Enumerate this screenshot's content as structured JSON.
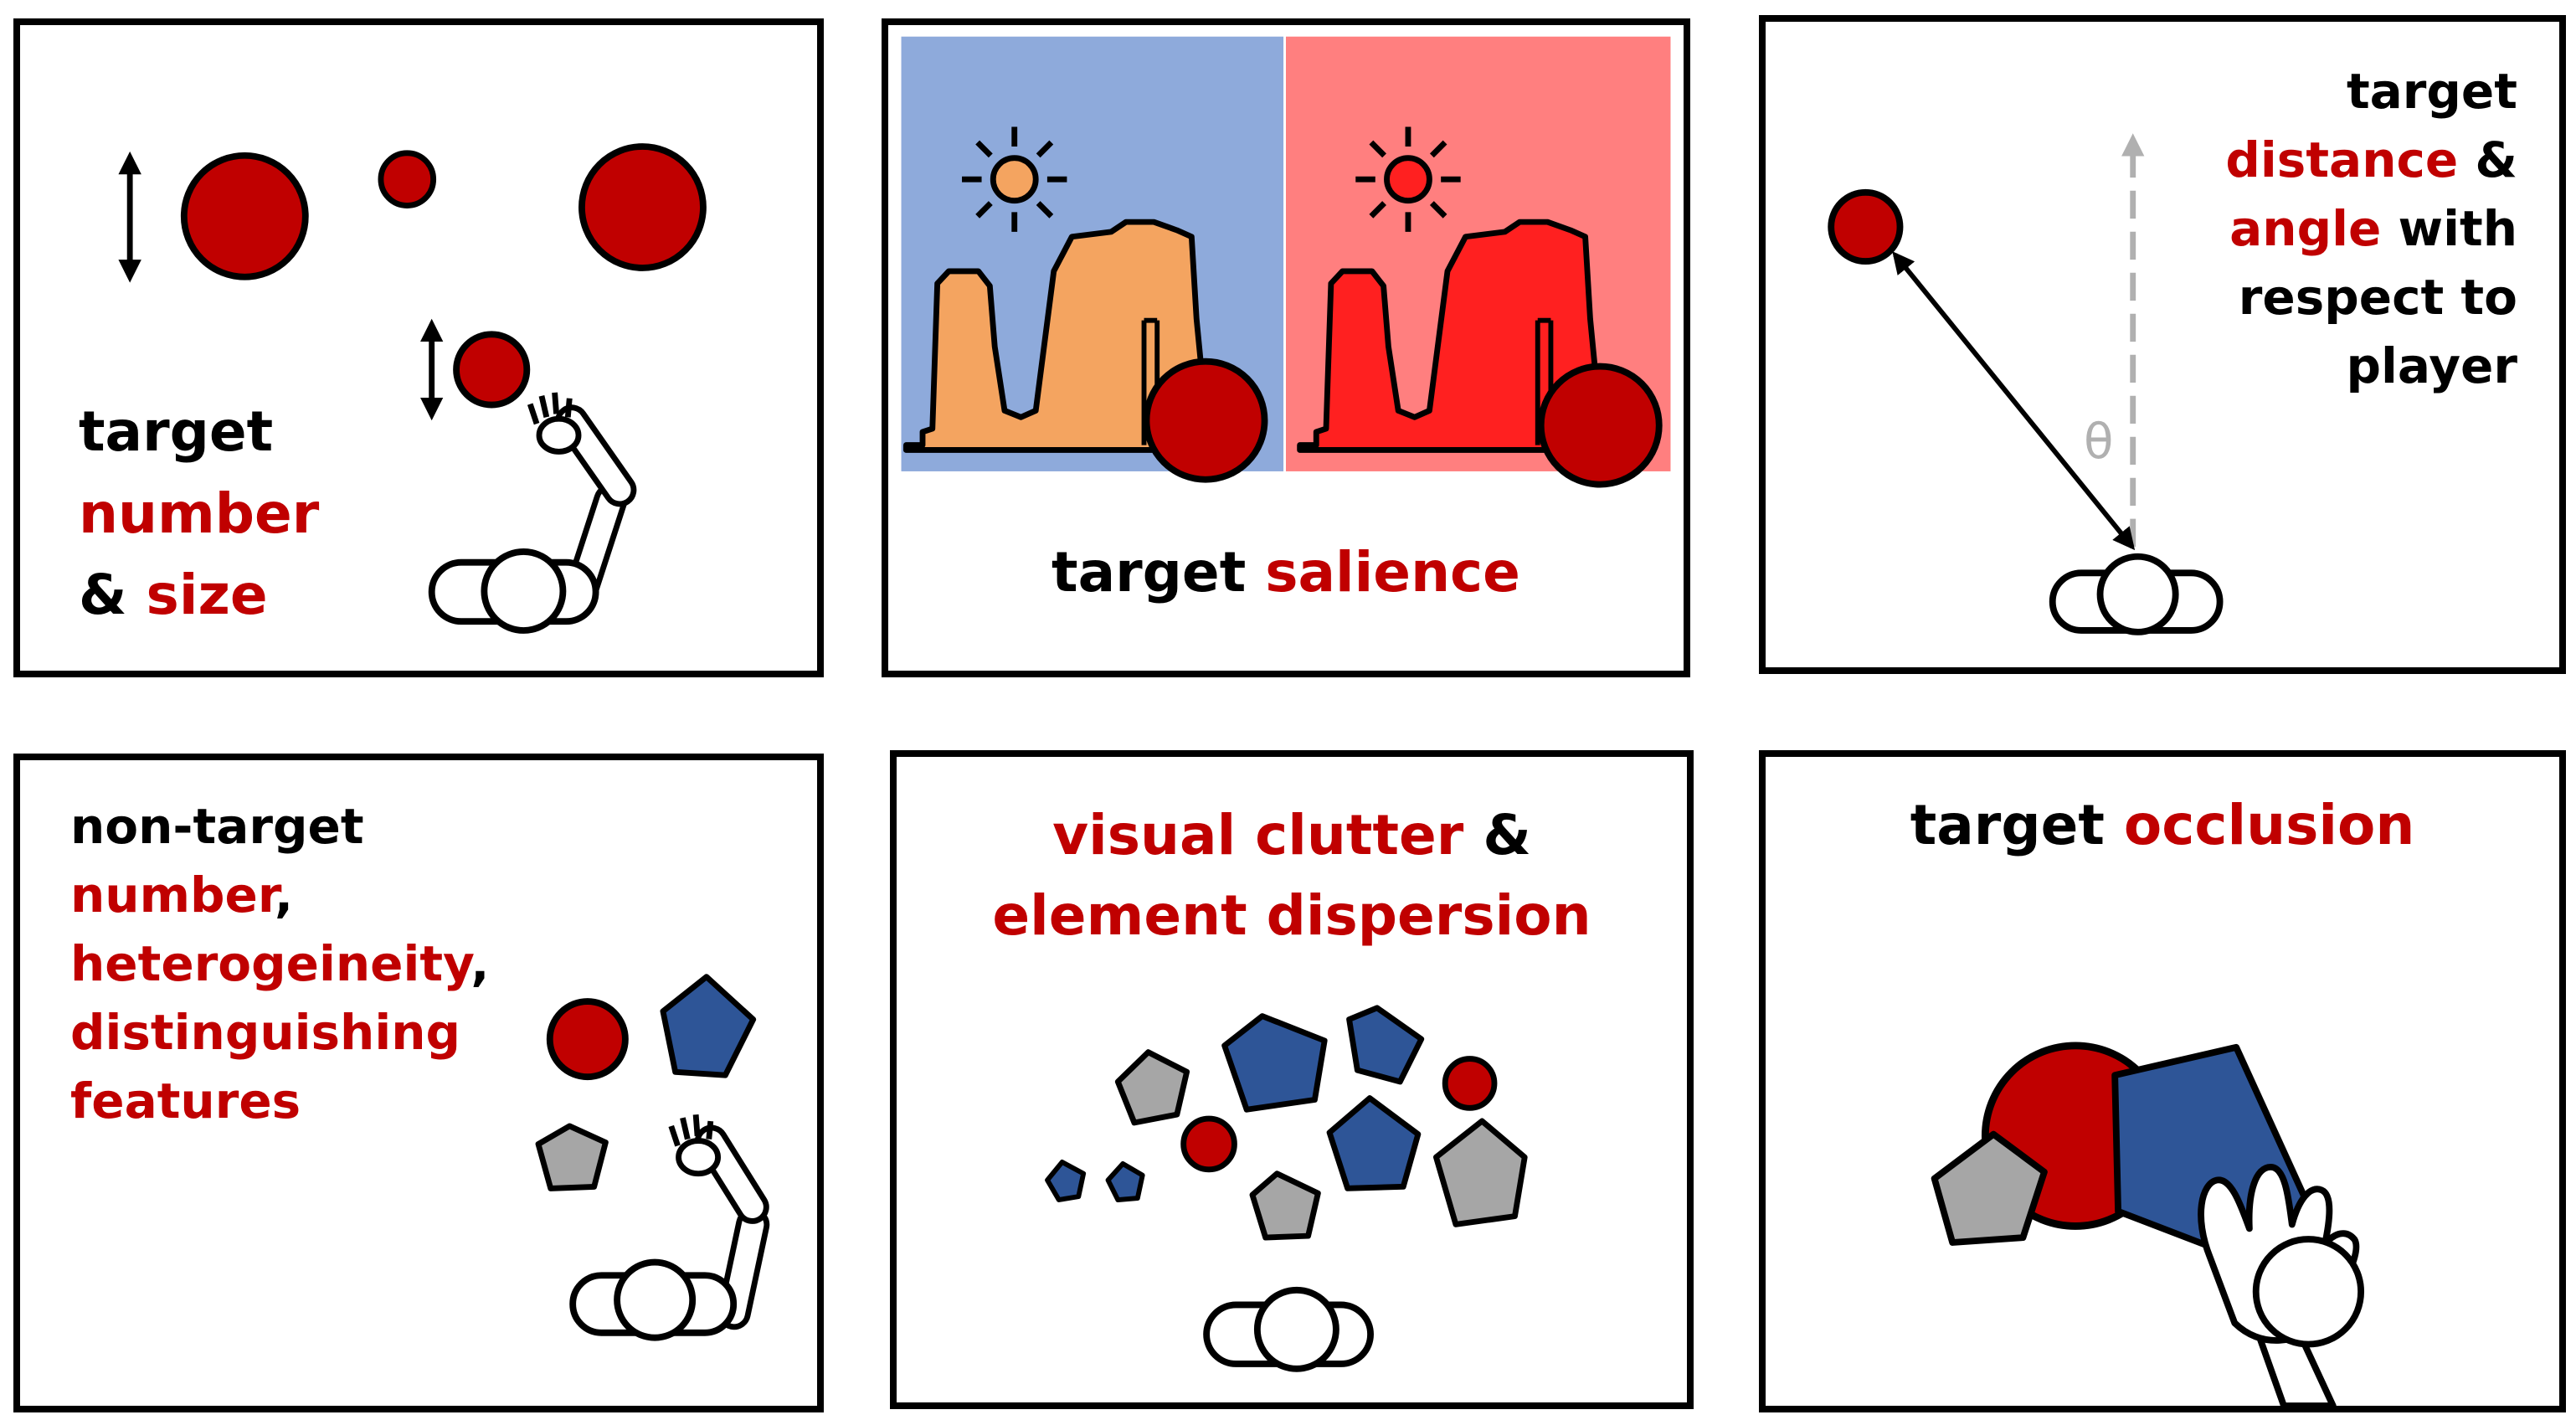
{
  "colors": {
    "target_red": "#c00000",
    "label_red": "#c00000",
    "nontarget_blue": "#2e5597",
    "nontarget_gray": "#a6a6a6",
    "sky_blue": "#8eaadb",
    "sky_pink": "#ff7f7f",
    "rock_orange": "#f4a460",
    "rock_red": "#ff2020",
    "gray_arrow": "#b0b0b0"
  },
  "panels": {
    "number_size": {
      "w1": "target",
      "w2": "number",
      "w3": "&",
      "w4": "size"
    },
    "salience": {
      "w1": "target",
      "w2": "salience"
    },
    "distance_angle": {
      "l1": "target",
      "l2a": "distance",
      "l2b": "&",
      "l3a": "angle",
      "l3b": "with",
      "l4": "respect to",
      "l5": "player",
      "theta": "θ"
    },
    "nontarget": {
      "l1": "non-target",
      "l2": "number",
      "l2c": ",",
      "l3": "heterogeineity",
      "l3c": ",",
      "l4": "distinguishing",
      "l5": "features"
    },
    "clutter": {
      "l1a": "visual clutter",
      "l1b": "&",
      "l2": "element dispersion"
    },
    "occlusion": {
      "w1": "target",
      "w2": "occlusion"
    }
  }
}
